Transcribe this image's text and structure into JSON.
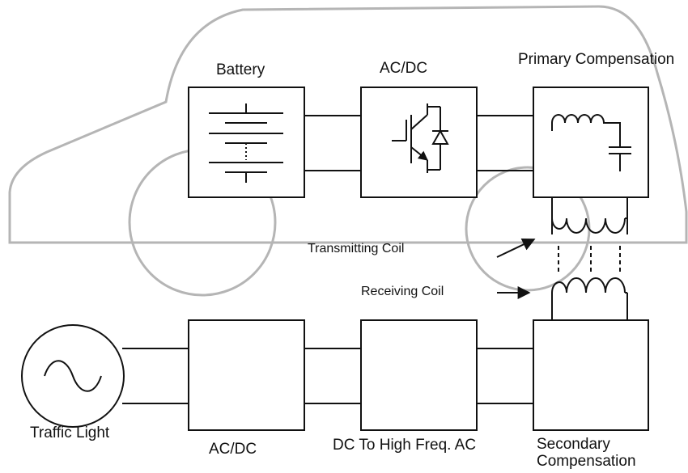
{
  "labels": {
    "battery": "Battery",
    "acdc_top": "AC/DC",
    "primary_compensation": "Primary Compensation",
    "transmitting_coil": "Transmitting Coil",
    "receiving_coil": "Receiving Coil",
    "traffic_light": "Traffic Light",
    "acdc_bottom": "AC/DC",
    "dc_to_hf_ac": "DC To High Freq. AC",
    "secondary_compensation": "Secondary Compensation"
  },
  "colors": {
    "line": "#111111",
    "car_outline": "#b5b5b5",
    "background": "#ffffff"
  }
}
